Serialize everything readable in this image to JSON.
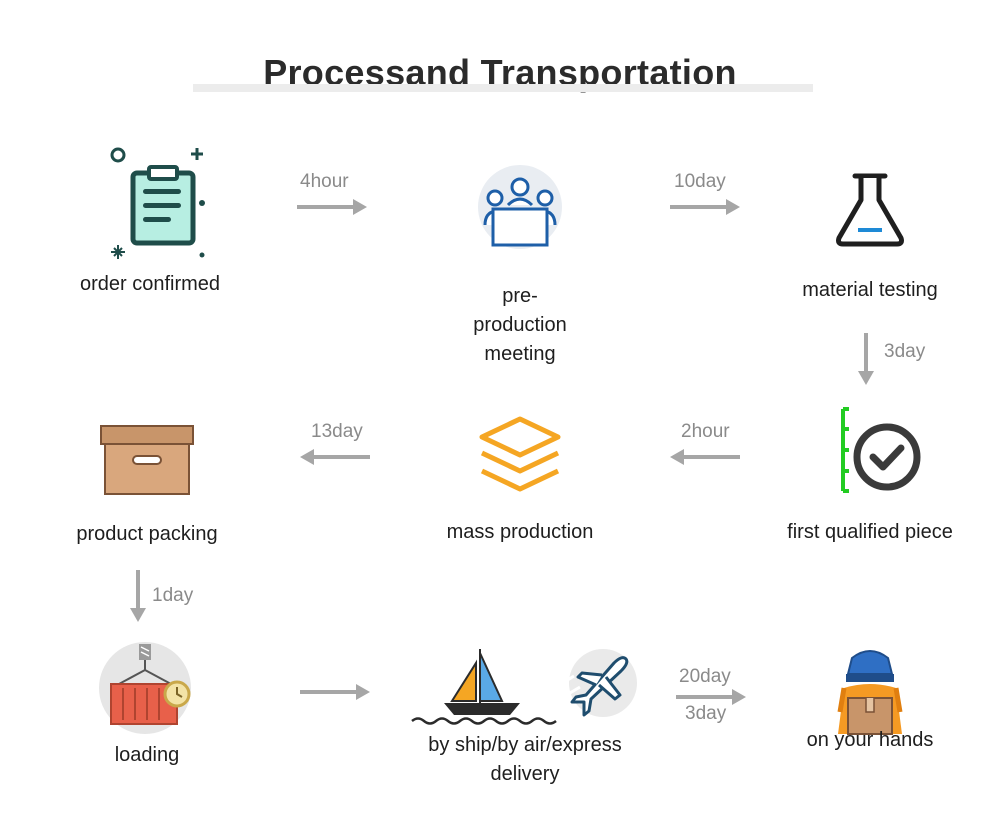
{
  "title": "Processand Transportation",
  "steps": [
    {
      "label": "order confirmed",
      "icon": "clipboard-icon"
    },
    {
      "label": "pre-production meeting",
      "icon": "meeting-icon"
    },
    {
      "label": "material testing",
      "icon": "flask-icon"
    },
    {
      "label": "first qualified piece",
      "icon": "check-circle-icon"
    },
    {
      "label": "mass production",
      "icon": "layers-icon"
    },
    {
      "label": "product packing",
      "icon": "box-icon"
    },
    {
      "label": "loading",
      "icon": "container-icon"
    },
    {
      "label": "by ship/by air/express delivery",
      "icon": "ship-plane-icon"
    },
    {
      "label": "on your hands",
      "icon": "delivery-person-icon"
    }
  ],
  "durations": [
    "4hour",
    "10day",
    "3day",
    "2hour",
    "13day",
    "1day",
    "20day",
    "3day"
  ],
  "colors": {
    "teal": "#1f4d4a",
    "mint": "#b7eee2",
    "blue": "#1e5fa8",
    "orange": "#f5a623",
    "green": "#22cc22",
    "brown": "#c8956a",
    "red": "#e8604a",
    "arrow": "#a6a6a6"
  }
}
